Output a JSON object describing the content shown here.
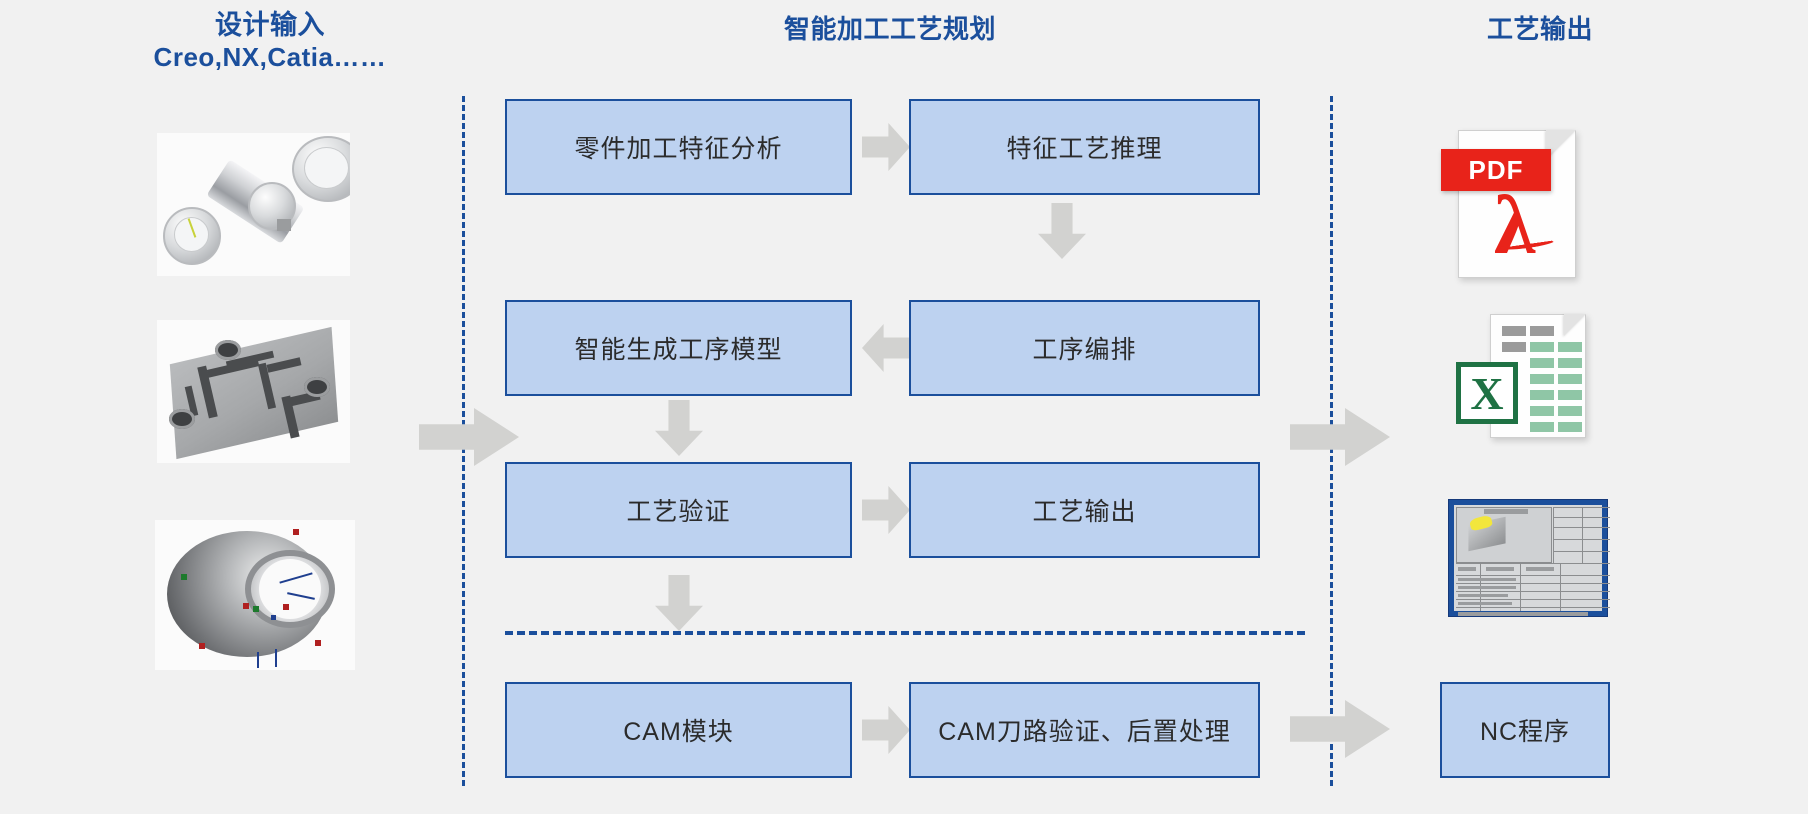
{
  "headers": {
    "design_input_line1": "设计输入",
    "design_input_line2": "Creo,NX,Catia……",
    "planning": "智能加工工艺规划",
    "output": "工艺输出"
  },
  "colors": {
    "brand_blue": "#1b4f9c",
    "box_fill": "#bdd2f0",
    "box_border": "#1b4f9c",
    "arrow_gray": "#d2d2d0",
    "background": "#f1f1f1",
    "pdf_red": "#e8231a",
    "excel_green": "#1f7244"
  },
  "process_boxes": [
    {
      "id": "feature-analysis",
      "label": "零件加工特征分析"
    },
    {
      "id": "feature-reasoning",
      "label": "特征工艺推理"
    },
    {
      "id": "generate-model",
      "label": "智能生成工序模型"
    },
    {
      "id": "operation-sequencing",
      "label": "工序编排"
    },
    {
      "id": "process-validation",
      "label": "工艺验证"
    },
    {
      "id": "process-output",
      "label": "工艺输出"
    },
    {
      "id": "cam-module",
      "label": "CAM模块"
    },
    {
      "id": "cam-verify",
      "label": "CAM刀路验证、后置处理"
    }
  ],
  "output_box": {
    "label": "NC程序"
  },
  "output_icons": [
    {
      "id": "pdf-document",
      "name": "PDF",
      "type": "pdf"
    },
    {
      "id": "excel-document",
      "name": "X",
      "type": "excel"
    },
    {
      "id": "process-sheet",
      "name": "工艺卡片",
      "type": "drawing"
    }
  ],
  "input_thumbnails": [
    {
      "id": "shaft-housing-model",
      "name": "shaft-housing-cad-model"
    },
    {
      "id": "mold-plate-model",
      "name": "mold-plate-cad-model"
    },
    {
      "id": "engine-casing-model",
      "name": "engine-casing-cad-model"
    }
  ],
  "arrows": [
    {
      "id": "input-to-planning",
      "direction": "right"
    },
    {
      "id": "analysis-to-reasoning",
      "direction": "right"
    },
    {
      "id": "reasoning-to-sequencing",
      "direction": "down"
    },
    {
      "id": "sequencing-to-model",
      "direction": "left"
    },
    {
      "id": "model-to-validation",
      "direction": "down"
    },
    {
      "id": "validation-to-output",
      "direction": "right"
    },
    {
      "id": "validation-to-cam",
      "direction": "down"
    },
    {
      "id": "cam-to-verify",
      "direction": "right"
    },
    {
      "id": "planning-to-output",
      "direction": "right"
    },
    {
      "id": "verify-to-nc",
      "direction": "right"
    }
  ]
}
